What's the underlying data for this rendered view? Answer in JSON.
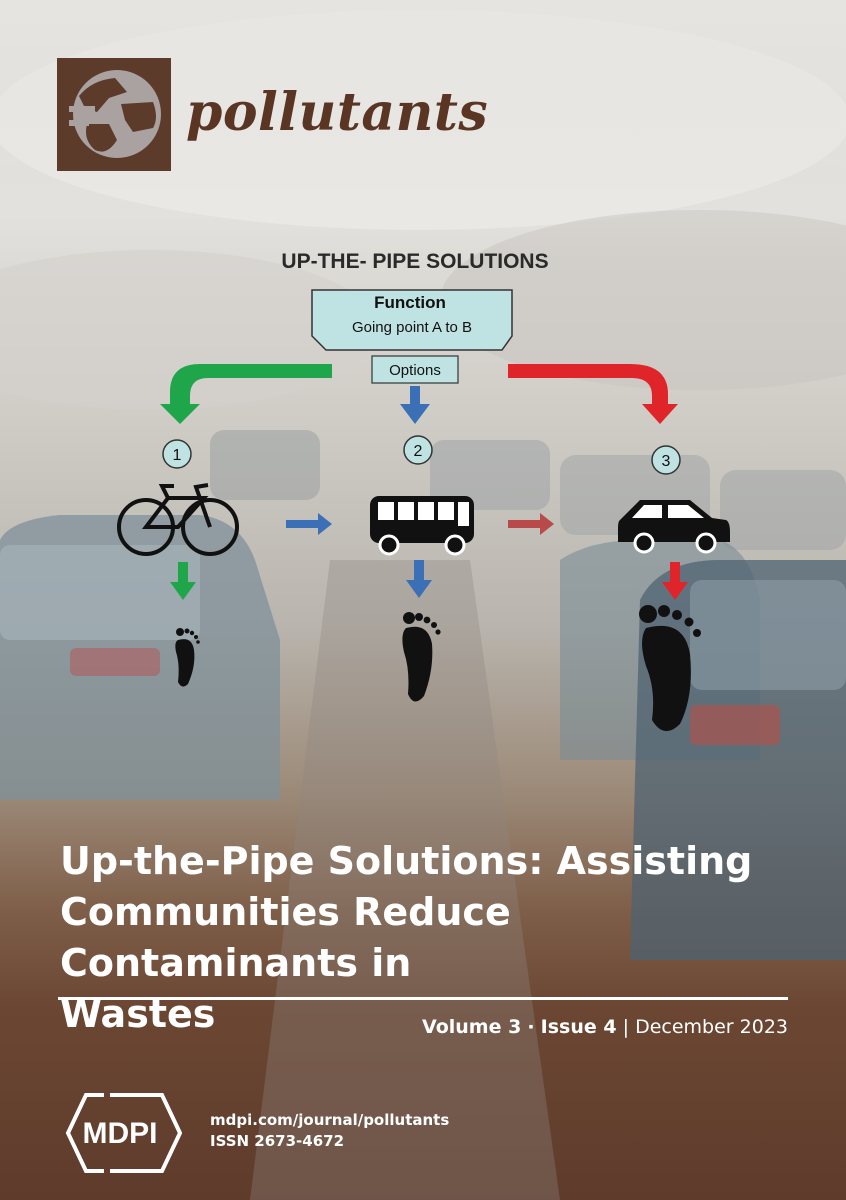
{
  "journal": {
    "name": "pollutants"
  },
  "diagram": {
    "title": "UP-THE- PIPE SOLUTIONS",
    "function_title": "Function",
    "function_text": "Going point A to B",
    "options_label": "Options",
    "options": [
      {
        "number": "1",
        "name": "bicycle-icon"
      },
      {
        "number": "2",
        "name": "bus-icon"
      },
      {
        "number": "3",
        "name": "car-icon"
      }
    ],
    "colors": {
      "green": "#1fa54a",
      "blue": "#3b6fb6",
      "red": "#e0252a",
      "box": "#bfe3e3"
    }
  },
  "article": {
    "title_line1": "Up-the-Pipe Solutions: Assisting",
    "title_line2": "Communities Reduce Contaminants in",
    "title_line3": "Wastes"
  },
  "issue": {
    "volume": "Volume 3",
    "separator": "·",
    "issue": "Issue 4",
    "divider": "|",
    "date": "December 2023"
  },
  "publisher": {
    "name": "MDPI",
    "url": "mdpi.com/journal/pollutants",
    "issn": "ISSN 2673-4672"
  }
}
